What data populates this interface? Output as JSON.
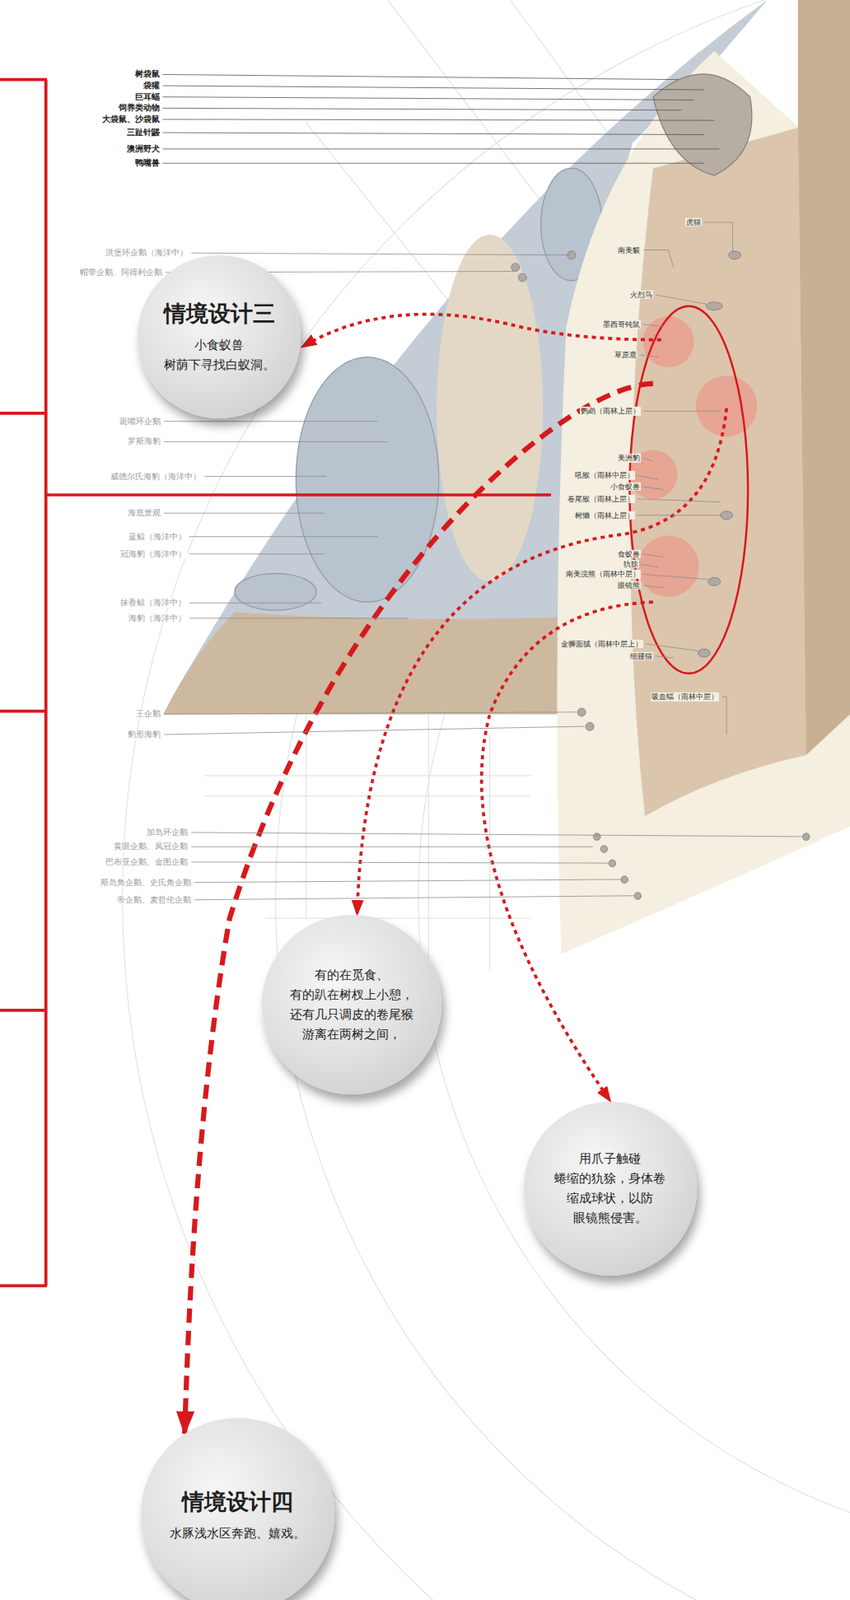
{
  "diagram": {
    "nodes": [
      {
        "text": [
          "情境设计三",
          "小食蚁兽 树荫下寻找白蚁洞。"
        ]
      },
      {
        "text": [
          "有的在觅食、 有的趴在树杈上小憩， 还有几只调皮的卷尾猴 游离在两树之间，"
        ]
      },
      {
        "text": [
          "用爪子触碰 蜷缩的犰狳，身体卷 缩成球状，以防 眼镜熊侵害。"
        ]
      },
      {
        "text": [
          "情境设计四",
          "水豚浅水区奔跑、嬉戏。"
        ]
      }
    ],
    "labels": [
      "树袋鼠",
      "袋獾",
      "巨耳蝠",
      "饲养类动物",
      "大袋鼠、沙袋鼠",
      "三趾针鼹",
      "澳洲野犬",
      "鸭嘴兽",
      "洪堡环企鹅（海洋中）",
      "帽带企鹅、阿得利企鹅",
      "斑嘴环企鹅",
      "罗斯海豹",
      "威德尔氏海豹（海洋中）",
      "海底景观",
      "蓝鲸（海洋中）",
      "冠海豹（海洋中）",
      "抹香鲸（海洋中）",
      "海豹（海洋中）",
      "王企鹅",
      "豹形海豹",
      "加岛环企鹅",
      "黄眼企鹅、凤冠企鹅",
      "巴布亚企鹅、金图企鹅",
      "斯岛角企鹅、史氏角企鹅",
      "帝企鹅、麦哲伦企鹅",
      "虎猫",
      "南美貘",
      "火烈鸟",
      "墨西哥钝鼠",
      "草原鹿",
      "鹦鹉（雨林上层）",
      "美洲豹",
      "吼猴（雨林中层）",
      "小食蚁兽",
      "卷尾猴（雨林上层）",
      "树懒（雨林上层）",
      "食蚁兽",
      "犰狳",
      "南美浣熊（雨林中层）",
      "眼镜熊",
      "金狮面狨（雨林中层上）",
      "细腰猫",
      "吸血蝠（雨林中层）"
    ]
  }
}
